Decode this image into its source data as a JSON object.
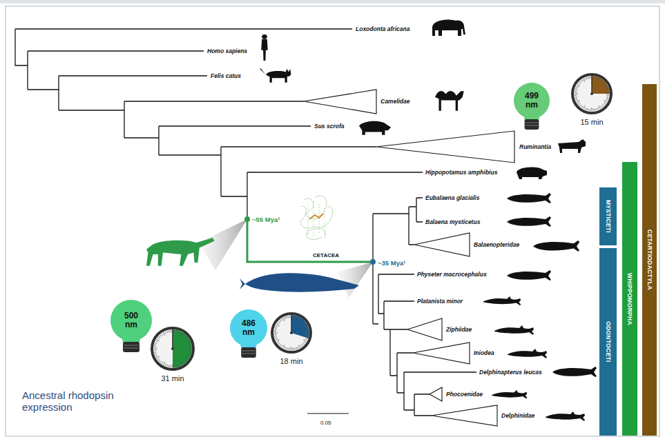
{
  "diagram": {
    "title": "Ancestral rhodopsin expression",
    "nodes": [
      {
        "text": [
          "499 nm"
        ]
      },
      {
        "text": [
          "15 min"
        ]
      },
      {
        "text": [
          "500 nm"
        ]
      },
      {
        "text": [
          "31 min"
        ]
      },
      {
        "text": [
          "486 nm"
        ]
      },
      {
        "text": [
          "18 min"
        ]
      },
      {
        "text": [
          "CETARTIODACTYLA"
        ]
      },
      {
        "text": [
          "WHIPPOMORPHA"
        ]
      },
      {
        "text": [
          "MYSTICETI"
        ]
      },
      {
        "text": [
          "ODONTOCETI"
        ]
      }
    ],
    "labels": [
      "Loxodonta africana",
      "Homo sapiens",
      "Felis catus",
      "Camelidae",
      "Sus scrofa",
      "Ruminantia",
      "Hippopotamus amphibius",
      "~55 Mya¹",
      "CETACEA",
      "Eubalaena glacialis",
      "Balaena mysticetus",
      "Balaenopteridae",
      "~35 Mya¹",
      "Physeter macrocephalus",
      "Platanista minor",
      "Ziphiidae",
      "Iniodea",
      "Delphinapterus leucas",
      "Phocoenidae",
      "Delphinidae",
      "0.05"
    ]
  }
}
